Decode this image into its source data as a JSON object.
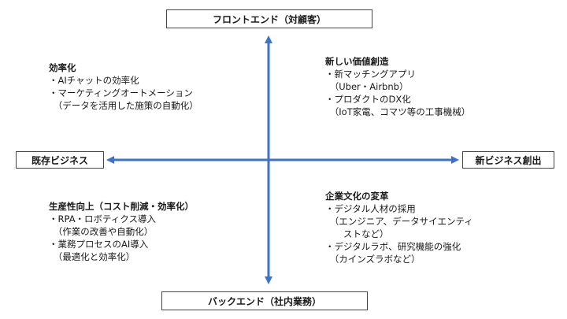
{
  "axes": {
    "top": "フロントエンド（対顧客）",
    "bottom": "バックエンド（社内業務）",
    "left": "既存ビジネス",
    "right": "新ビジネス創出"
  },
  "quadrants": {
    "top_left": {
      "title": "効率化",
      "lines": [
        "・AIチャットの効率化",
        "・マーケティングオートメーション",
        "　（データを活用した施策の自動化）"
      ]
    },
    "top_right": {
      "title": "新しい価値創造",
      "lines": [
        "・新マッチングアプリ",
        "　（Uber・Airbnb）",
        "・プロダクトのDX化",
        "　（IoT家電、コマツ等の工事機械）"
      ]
    },
    "bottom_left": {
      "title": "生産性向上（コスト削減・効率化）",
      "lines": [
        "・RPA・ロボティクス導入",
        "　（作業の改善や自動化）",
        "・業務プロセスのAI導入",
        "　（最適化と効率化）"
      ]
    },
    "bottom_right": {
      "title": "企業文化の変革",
      "lines": [
        "・デジタル人材の採用",
        "　（エンジニア、データサイエンティ",
        "　　ストなど）",
        "・デジタルラボ、研究機能の強化",
        "　（カインズラボなど）"
      ]
    }
  },
  "colors": {
    "arrow": "#3f72c5"
  }
}
